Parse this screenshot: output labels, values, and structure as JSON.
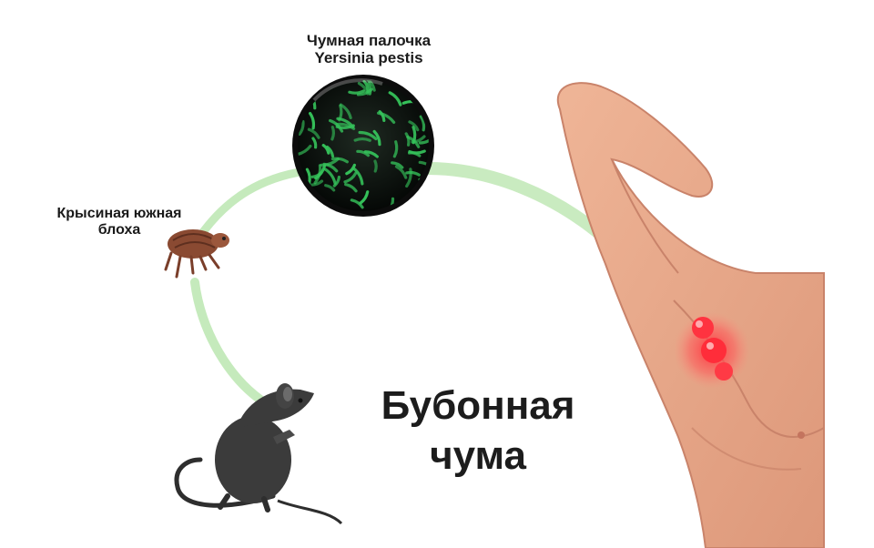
{
  "labels": {
    "bacteria_line1": "Чумная палочка",
    "bacteria_line2": "Yersinia pestis",
    "flea_line1": "Крысиная южная",
    "flea_line2": "блоха"
  },
  "title": {
    "line1": "Бубонная",
    "line2": "чума"
  },
  "colors": {
    "arc": "#bfe8b5",
    "bacteria": "#35c25a",
    "lens_border": "#111111",
    "skin": "#e9a98a",
    "skin_shadow": "#c9836a",
    "rat": "#3b3b3b",
    "flea": "#8a4a32",
    "bubo": "#ff2d3a"
  }
}
